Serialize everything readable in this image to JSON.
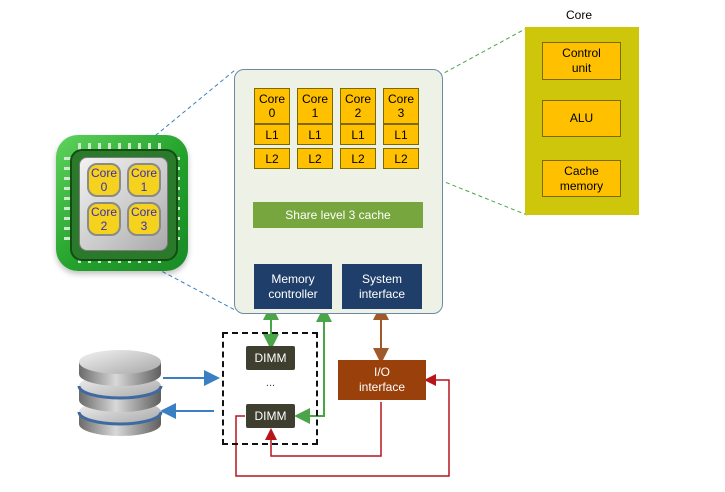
{
  "chip": {
    "cores": [
      "Core\n0",
      "Core\n1",
      "Core\n2",
      "Core\n3"
    ]
  },
  "processor": {
    "cores": [
      {
        "name": "Core",
        "num": "0",
        "l1": "L1",
        "l2": "L2"
      },
      {
        "name": "Core",
        "num": "1",
        "l1": "L1",
        "l2": "L2"
      },
      {
        "name": "Core",
        "num": "2",
        "l1": "L1",
        "l2": "L2"
      },
      {
        "name": "Core",
        "num": "3",
        "l1": "L1",
        "l2": "L2"
      }
    ],
    "l3_label": "Share level 3 cache",
    "memory_controller": "Memory controller",
    "system_interface": "System interface"
  },
  "core_detail": {
    "title": "Core",
    "control_unit": "Control unit",
    "alu": "ALU",
    "cache_memory": "Cache memory"
  },
  "memory": {
    "dimm_top": "DIMM",
    "dimm_dots": "...",
    "dimm_bottom": "DIMM"
  },
  "io": {
    "label": "I/O interface"
  },
  "colors": {
    "green_arrow": "#4aa548",
    "dark_arrow": "#3b4a2a",
    "brown_arrow": "#a0592a",
    "blue_arrow": "#3a7fc1",
    "red_arrow": "#b8151b",
    "core_yellow": "#ffc000",
    "l3_green": "#77a63e",
    "navy": "#1f3f6a",
    "io_brown": "#99400b"
  }
}
